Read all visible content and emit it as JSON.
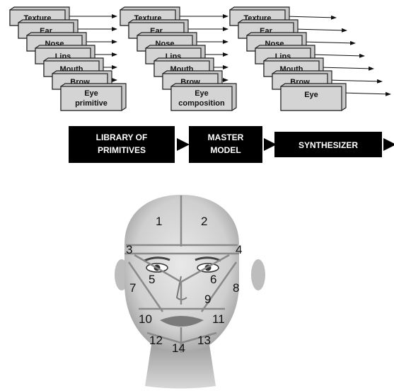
{
  "stacks": [
    {
      "id": "library",
      "cards": [
        "Texture",
        "Ear",
        "Nose",
        "Lips",
        "Mouth",
        "Brow",
        "Eye primitive"
      ],
      "label": [
        "LIBRARY OF",
        "PRIMITIVES"
      ]
    },
    {
      "id": "master",
      "cards": [
        "Texture",
        "Ear",
        "Nose",
        "Lips",
        "Mouth",
        "Brow",
        "Eye composition"
      ],
      "label": [
        "MASTER",
        "MODEL"
      ]
    },
    {
      "id": "synth",
      "cards": [
        "Texture",
        "Ear",
        "Nose",
        "Lips",
        "Mouth",
        "Brow",
        "Eye"
      ],
      "label": [
        "SYNTHESIZER"
      ]
    }
  ],
  "face": {
    "region_numbers": [
      "1",
      "2",
      "3",
      "4",
      "5",
      "6",
      "7",
      "8",
      "9",
      "10",
      "11",
      "12",
      "13",
      "14"
    ]
  },
  "colors": {
    "card_fill": "#c8c8c8",
    "stage_box": "#000000",
    "region_lines": "#8a8a8a"
  }
}
